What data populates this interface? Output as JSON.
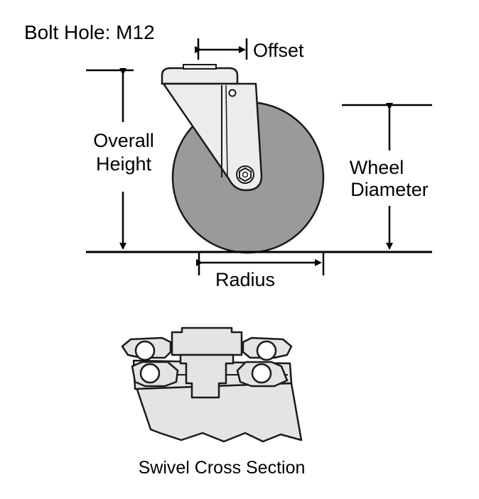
{
  "title": "Bolt Hole: M12",
  "labels": {
    "offset": "Offset",
    "overall_height_line1": "Overall",
    "overall_height_line2": "Height",
    "wheel_diameter_line1": "Wheel",
    "wheel_diameter_line2": "Diameter",
    "radius": "Radius"
  },
  "caption": "Swivel Cross Section",
  "colors": {
    "wheel": "#9a9a9a",
    "bracket": "#ececec",
    "section_fill": "#e4e4e4",
    "stroke": "#1a1a1a"
  }
}
